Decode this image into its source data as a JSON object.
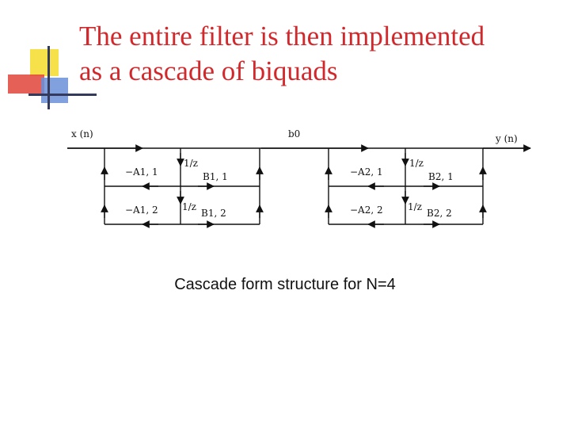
{
  "slide": {
    "title_line1": "The entire filter is then implemented",
    "title_line2": "as a cascade of biquads",
    "caption": "Cascade form structure for N=4",
    "title_color": "#d3282b"
  },
  "diagram": {
    "input_label": "x (n)",
    "gain_label": "b0",
    "output_label": "y (n)",
    "stages": [
      {
        "a1": "−A1, 1",
        "a2": "−A1, 2",
        "b1": "B1, 1",
        "b2": "B1, 2",
        "delay1": "1/z",
        "delay2": "1/z"
      },
      {
        "a1": "−A2, 1",
        "a2": "−A2, 2",
        "b1": "B2, 1",
        "b2": "B2, 2",
        "delay1": "1/z",
        "delay2": "1/z"
      }
    ]
  }
}
